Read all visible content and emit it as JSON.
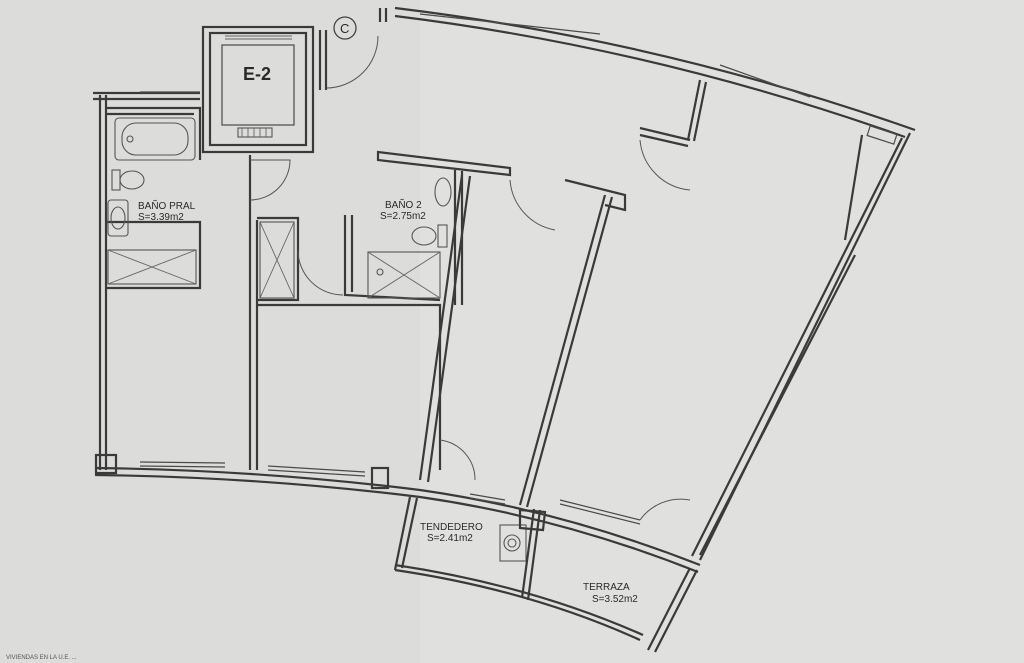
{
  "elevator": {
    "label": "E-2"
  },
  "marker": {
    "label": "C"
  },
  "rooms": [
    {
      "id": "bano-pral",
      "name": "BAÑO PRAL",
      "area": "S=3.39m2"
    },
    {
      "id": "bano-2",
      "name": "BAÑO 2",
      "area": "S=2.75m2"
    },
    {
      "id": "tendedero",
      "name": "TENDEDERO",
      "area": "S=2.41m2"
    },
    {
      "id": "terraza",
      "name": "TERRAZA",
      "area": "S=3.52m2"
    }
  ],
  "footer": {
    "note": "VIVIENDAS EN LA U.E. ..."
  }
}
